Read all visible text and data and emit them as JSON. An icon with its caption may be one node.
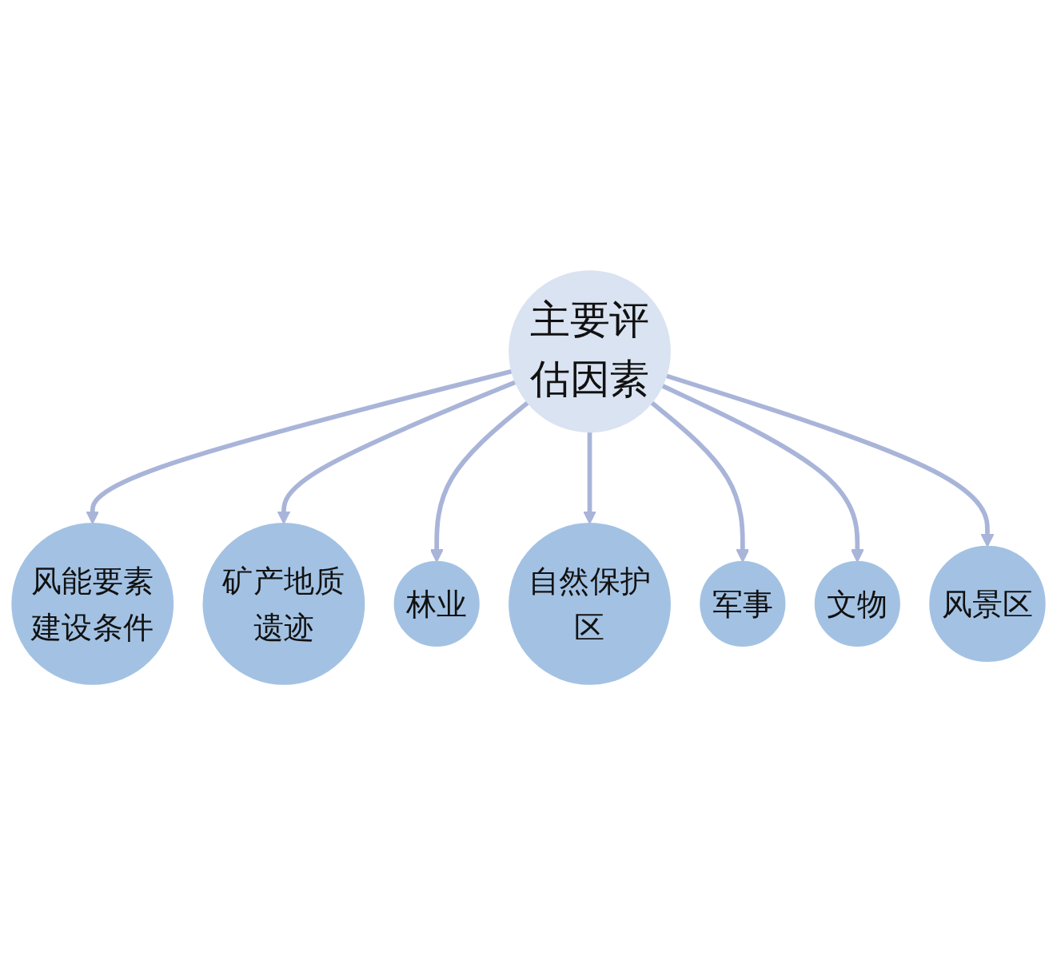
{
  "diagram": {
    "nodes": [
      {
        "text": [
          "主要评估因素"
        ]
      },
      {
        "text": [
          "风能要素建设条件"
        ]
      },
      {
        "text": [
          "风景区"
        ]
      },
      {
        "text": [
          "矿产地质遗迹"
        ]
      },
      {
        "text": [
          "文物"
        ]
      },
      {
        "text": [
          "林业"
        ]
      },
      {
        "text": [
          "军事"
        ]
      },
      {
        "text": [
          "自然保护区"
        ]
      }
    ],
    "edges": [
      {
        "from": 0,
        "to": 1,
        "arrow": "to"
      },
      {
        "from": 0,
        "to": 3,
        "arrow": "to"
      },
      {
        "from": 0,
        "to": 5,
        "arrow": "to"
      },
      {
        "from": 0,
        "to": 7,
        "arrow": "to"
      },
      {
        "from": 0,
        "to": 6,
        "arrow": "to"
      },
      {
        "from": 0,
        "to": 4,
        "arrow": "to"
      },
      {
        "from": 0,
        "to": 2,
        "arrow": "to"
      }
    ]
  }
}
